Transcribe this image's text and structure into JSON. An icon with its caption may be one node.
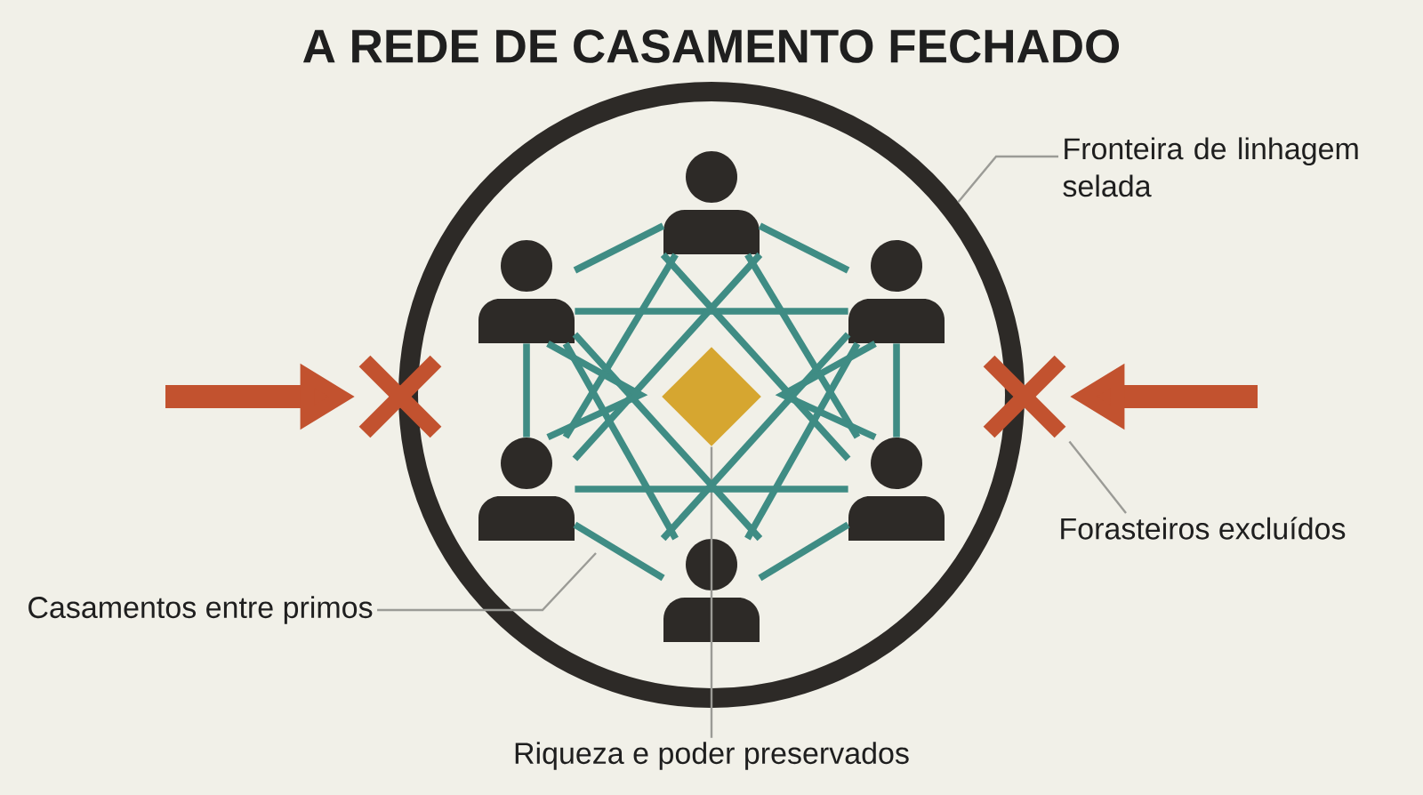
{
  "diagram": {
    "title": "A REDE DE CASAMENTO FECHADO",
    "nodes": [
      {
        "text": [],
        "shape": "circle"
      },
      {
        "text": [],
        "shape": "person",
        "in": 0
      },
      {
        "text": [],
        "shape": "person",
        "in": 0
      },
      {
        "text": [],
        "shape": "person",
        "in": 0
      },
      {
        "text": [],
        "shape": "person",
        "in": 0
      },
      {
        "text": [],
        "shape": "person",
        "in": 0
      },
      {
        "text": [],
        "shape": "person",
        "in": 0
      },
      {
        "text": [],
        "shape": "diamond",
        "in": 0
      },
      {
        "text": [],
        "shape": "cross"
      },
      {
        "text": [],
        "shape": "cross"
      },
      {
        "text": [
          "Fronteira de linhagem selada"
        ]
      },
      {
        "text": [
          "Forasteiros excluídos"
        ]
      },
      {
        "text": [
          "Casamentos entre primos"
        ]
      },
      {
        "text": [
          "Riqueza e poder preservados"
        ]
      }
    ],
    "edges": [
      {
        "from": null,
        "to": 8,
        "arrow": "to",
        "style": "thick",
        "color": "#c2522f"
      },
      {
        "from": null,
        "to": 9,
        "arrow": "to",
        "style": "thick",
        "color": "#c2522f"
      },
      {
        "from": 10,
        "to": 0,
        "arrow": "none",
        "color": "#9b9b96"
      },
      {
        "from": 11,
        "to": 9,
        "arrow": "none",
        "color": "#9b9b96"
      },
      {
        "from": 12,
        "to": null,
        "arrow": "none",
        "color": "#9b9b96"
      },
      {
        "from": 13,
        "to": 7,
        "arrow": "none",
        "color": "#9b9b96"
      },
      {
        "from": 1,
        "to": 2,
        "arrow": "none"
      },
      {
        "from": 1,
        "to": 3,
        "arrow": "none"
      },
      {
        "from": 4,
        "to": 6,
        "arrow": "none"
      },
      {
        "from": 5,
        "to": 6,
        "arrow": "none"
      },
      {
        "from": 2,
        "to": 3,
        "arrow": "none"
      },
      {
        "from": 4,
        "to": 5,
        "arrow": "none"
      },
      {
        "from": 2,
        "to": 4,
        "arrow": "none"
      },
      {
        "from": 3,
        "to": 5,
        "arrow": "none"
      },
      {
        "from": 1,
        "to": 5,
        "arrow": "none"
      },
      {
        "from": 1,
        "to": 4,
        "arrow": "none"
      },
      {
        "from": 1,
        "to": 4,
        "arrow": "none"
      },
      {
        "from": 1,
        "to": 5,
        "arrow": "none"
      },
      {
        "from": 6,
        "to": 3,
        "arrow": "none"
      },
      {
        "from": 6,
        "to": 2,
        "arrow": "none"
      },
      {
        "from": 6,
        "to": 2,
        "arrow": "none"
      },
      {
        "from": 6,
        "to": 3,
        "arrow": "none"
      },
      {
        "from": 2,
        "to": 4,
        "arrow": "none"
      },
      {
        "from": 3,
        "to": 5,
        "arrow": "none"
      }
    ]
  }
}
